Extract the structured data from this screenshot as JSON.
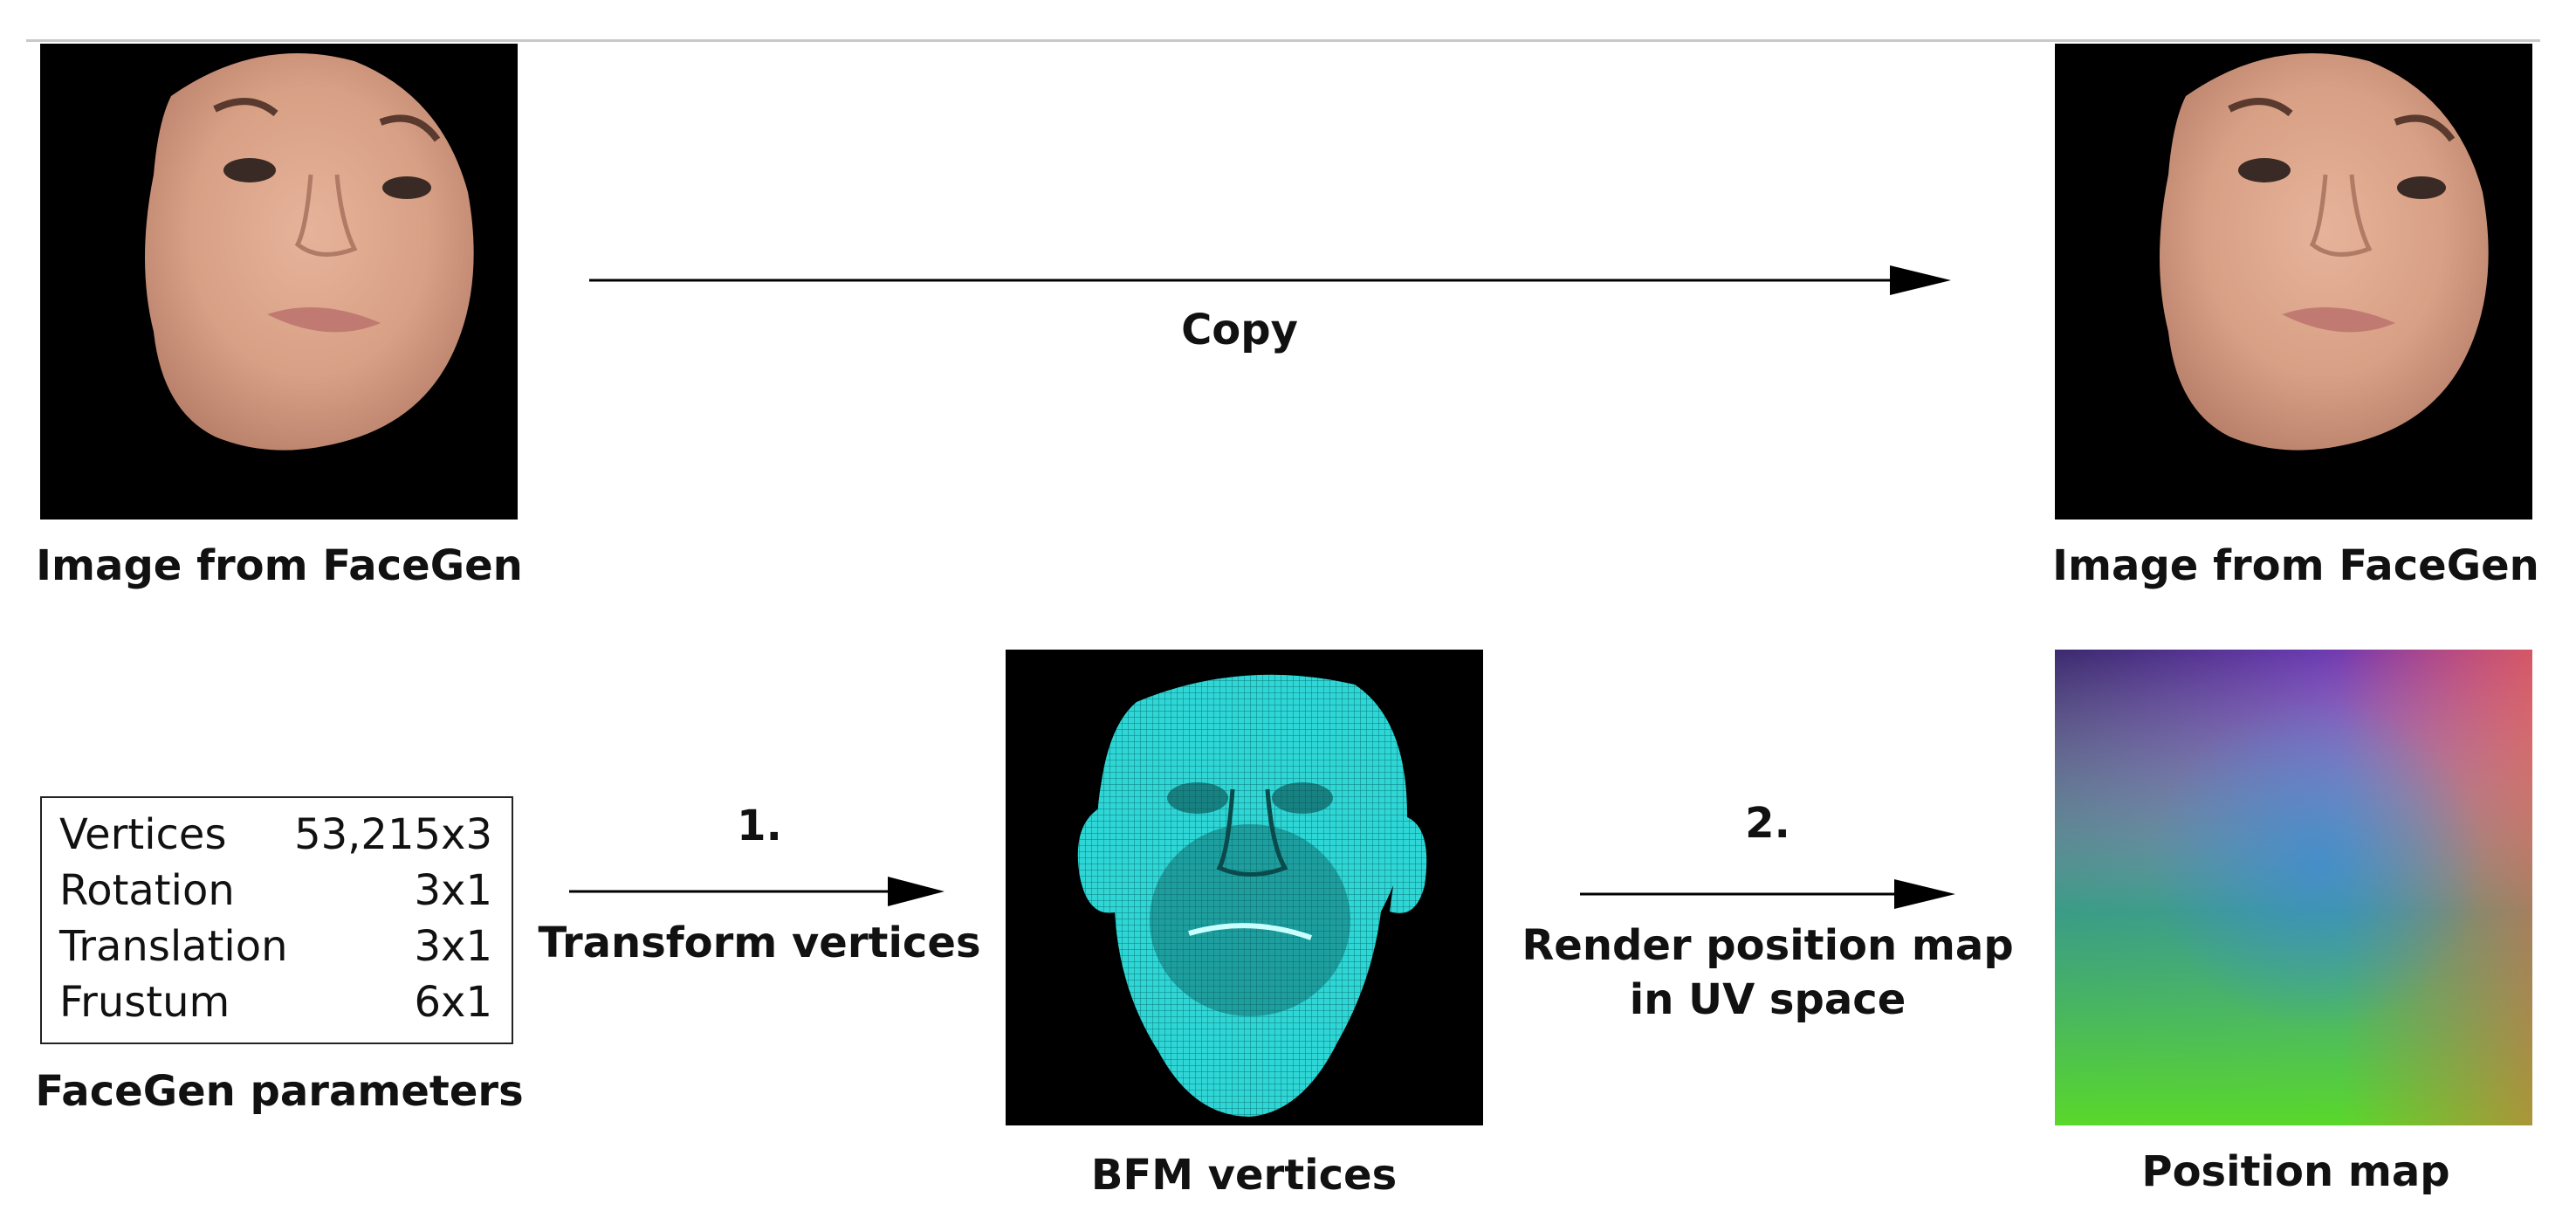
{
  "top": {
    "left_caption": "Image from FaceGen",
    "right_caption": "Image from FaceGen",
    "copy_label": "Copy"
  },
  "params": {
    "caption": "FaceGen parameters",
    "rows": [
      {
        "name": "Vertices",
        "value": "53,215x3"
      },
      {
        "name": "Rotation",
        "value": "3x1"
      },
      {
        "name": "Translation",
        "value": "3x1"
      },
      {
        "name": "Frustum",
        "value": "6x1"
      }
    ]
  },
  "step1": {
    "number": "1.",
    "label": "Transform vertices"
  },
  "mesh": {
    "caption": "BFM vertices",
    "color": "#2fd6d6"
  },
  "step2": {
    "number": "2.",
    "label_line1": "Render position map",
    "label_line2": "in UV space"
  },
  "posmap": {
    "caption": "Position map"
  }
}
